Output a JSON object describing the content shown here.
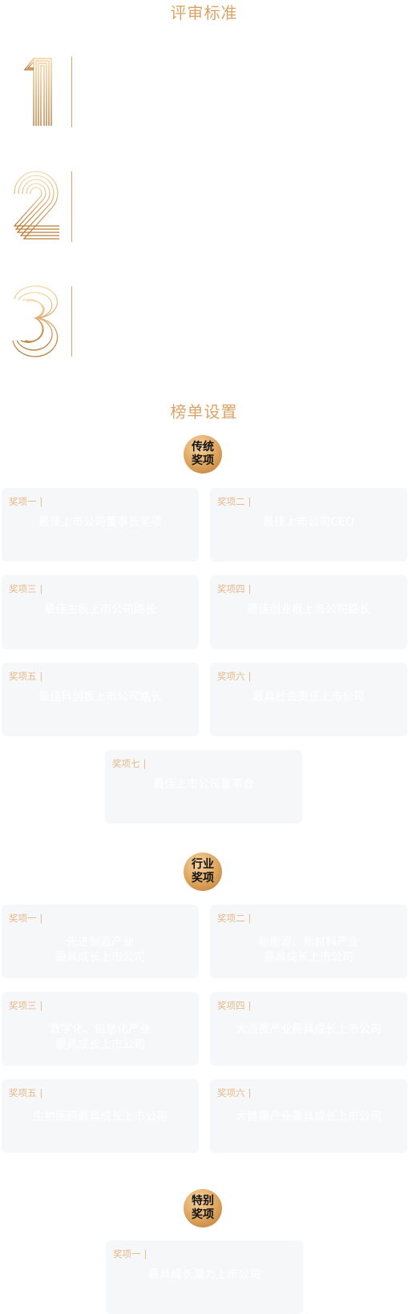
{
  "criteria": {
    "title": "评审标准",
    "items": [
      {
        "numeral": "1"
      },
      {
        "numeral": "2"
      },
      {
        "numeral": "3"
      }
    ]
  },
  "awards": {
    "title": "榜单设置",
    "groups": [
      {
        "badge": [
          "传统",
          "奖项"
        ],
        "items": [
          {
            "label": "奖项一",
            "text": "最佳上市公司董事长奖项"
          },
          {
            "label": "奖项二",
            "text": "最佳上市公司CEO"
          },
          {
            "label": "奖项三",
            "text": "最佳主板上市公司路长"
          },
          {
            "label": "奖项四",
            "text": "最佳创业板上市公司路长"
          },
          {
            "label": "奖项五",
            "text": "最佳科创板上市公司路长"
          },
          {
            "label": "奖项六",
            "text": "最具社会责任上市公司"
          },
          {
            "label": "奖项七",
            "text": "最佳上市公司董事会"
          }
        ]
      },
      {
        "badge": [
          "行业",
          "奖项"
        ],
        "items": [
          {
            "label": "奖项一",
            "text": "先进制造产业\n最具成长上市公司"
          },
          {
            "label": "奖项二",
            "text": "新能源、新材料产业\n最具成长上市公司"
          },
          {
            "label": "奖项三",
            "text": "数字化、信息化产业\n最具成长上市公司"
          },
          {
            "label": "奖项四",
            "text": "大消费产业最具成长上市公司"
          },
          {
            "label": "奖项五",
            "text": "生物医药最具成长上市公司"
          },
          {
            "label": "奖项六",
            "text": "大健康产业最具成长上市公司"
          }
        ]
      },
      {
        "badge": [
          "特别",
          "奖项"
        ],
        "items": [
          {
            "label": "奖项一",
            "text": "最具成长潜力上市公司"
          }
        ]
      }
    ]
  },
  "colors": {
    "accent": "#d9a466",
    "card_bg": "#f6f7f9",
    "label": "#e5b98a"
  }
}
